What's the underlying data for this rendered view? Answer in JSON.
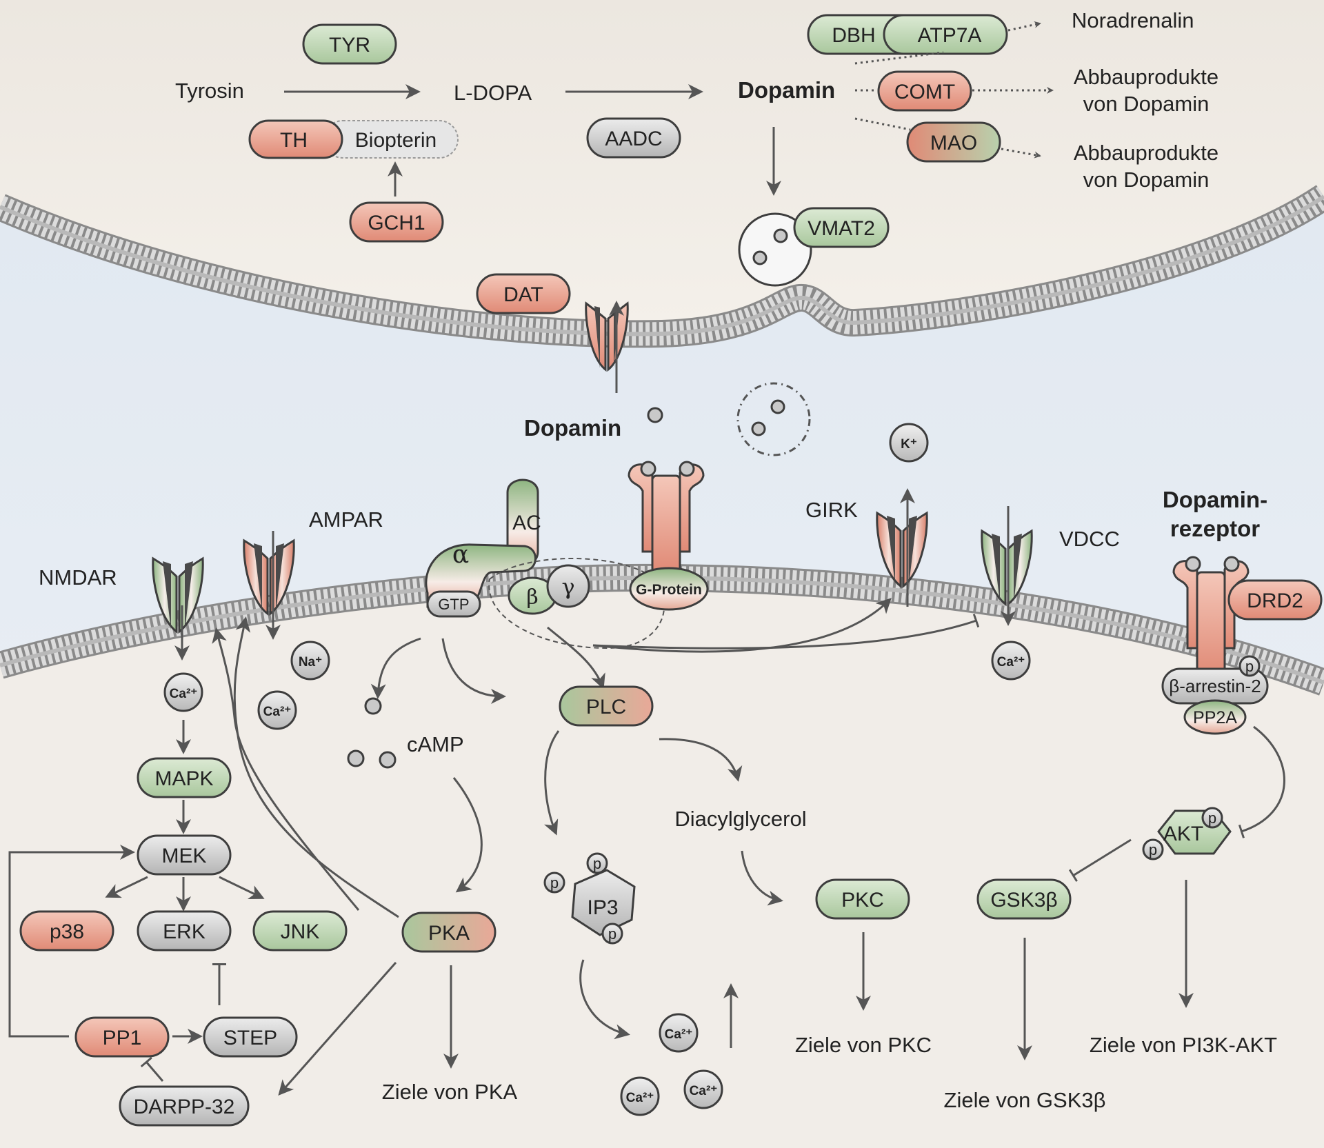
{
  "colors": {
    "red": "#e08a76",
    "red_light": "#f7d7cc",
    "green": "#a9c79d",
    "green_light": "#e6f0e1",
    "gray": "#bdbdbd",
    "gray_light": "#e8e8e8",
    "outline": "#3d3d3d",
    "arrow": "#555555",
    "cytoplasm": "#f1ede8",
    "synapse": "#e7eef6"
  },
  "presynaptic": {
    "tyrosine": "Tyrosin",
    "l_dopa": "L-DOPA",
    "dopamine": "Dopamin",
    "biopterin": "Biopterin",
    "noradrenaline": "Noradrenalin",
    "degradation_1": [
      "Abbauprodukte",
      "von Dopamin"
    ],
    "degradation_2": [
      "Abbauprodukte",
      "von Dopamin"
    ]
  },
  "enzymes": {
    "tyr": "TYR",
    "th": "TH",
    "gch1": "GCH1",
    "aadc": "AADC",
    "dbh": "DBH",
    "atp7a": "ATP7A",
    "comt": "COMT",
    "mao": "MAO",
    "vmat2": "VMAT2",
    "dat": "DAT"
  },
  "cleft": {
    "dopamine": "Dopamin",
    "k_ion": "K⁺"
  },
  "receptors": {
    "nmdar": "NMDAR",
    "ampar": "AMPAR",
    "ac": "AC",
    "alpha": "α",
    "beta": "β",
    "gamma": "γ",
    "gtp": "GTP",
    "g_protein": "G-Protein",
    "girk": "GIRK",
    "vdcc": "VDCC",
    "dopamine_receptor": [
      "Dopamin-",
      "rezeptor"
    ],
    "drd2": "DRD2",
    "beta_arrestin": "β-arrestin-2",
    "pp2a": "PP2A",
    "phospho": "p"
  },
  "ions": {
    "ca": "Ca²⁺",
    "na": "Na⁺"
  },
  "signaling": {
    "camp": "cAMP",
    "plc": "PLC",
    "diacylglycerol": "Diacylglycerol",
    "ip3": "IP3",
    "pkc": "PKC",
    "pka": "PKA",
    "mapk": "MAPK",
    "mek": "MEK",
    "p38": "p38",
    "erk": "ERK",
    "jnk": "JNK",
    "pp1": "PP1",
    "step": "STEP",
    "darpp32": "DARPP-32",
    "akt": "AKT",
    "gsk3b": "GSK3β"
  },
  "targets": {
    "pka": "Ziele von PKA",
    "pkc": "Ziele von PKC",
    "gsk3b": "Ziele von GSK3β",
    "pi3k_akt": "Ziele von PI3K-AKT"
  }
}
